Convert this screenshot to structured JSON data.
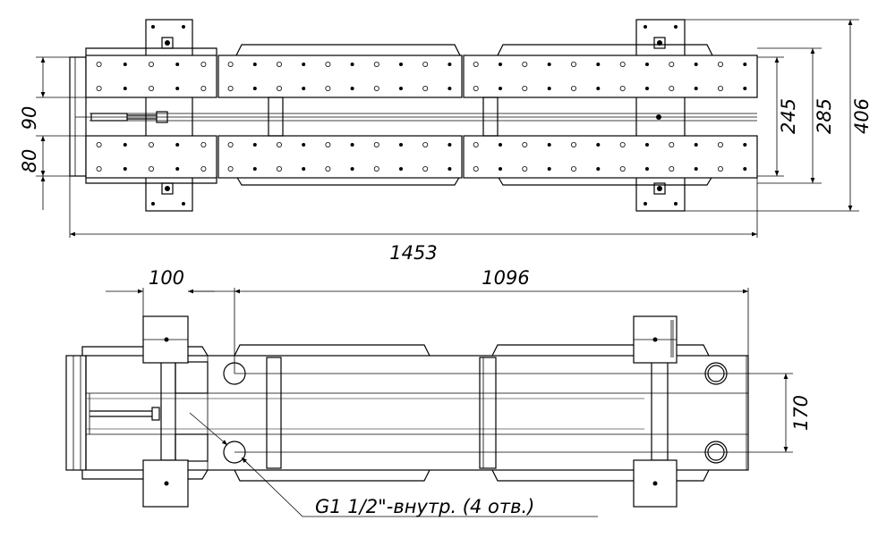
{
  "dimensions": {
    "overall_length": "1453",
    "dim_406": "406",
    "dim_285": "285",
    "dim_245": "245",
    "dim_90": "90",
    "dim_80": "80",
    "dim_100": "100",
    "dim_1096": "1096",
    "dim_170": "170"
  },
  "callout": {
    "thread_note": "G1 1/2\"-внутр. (4 отв.)"
  }
}
